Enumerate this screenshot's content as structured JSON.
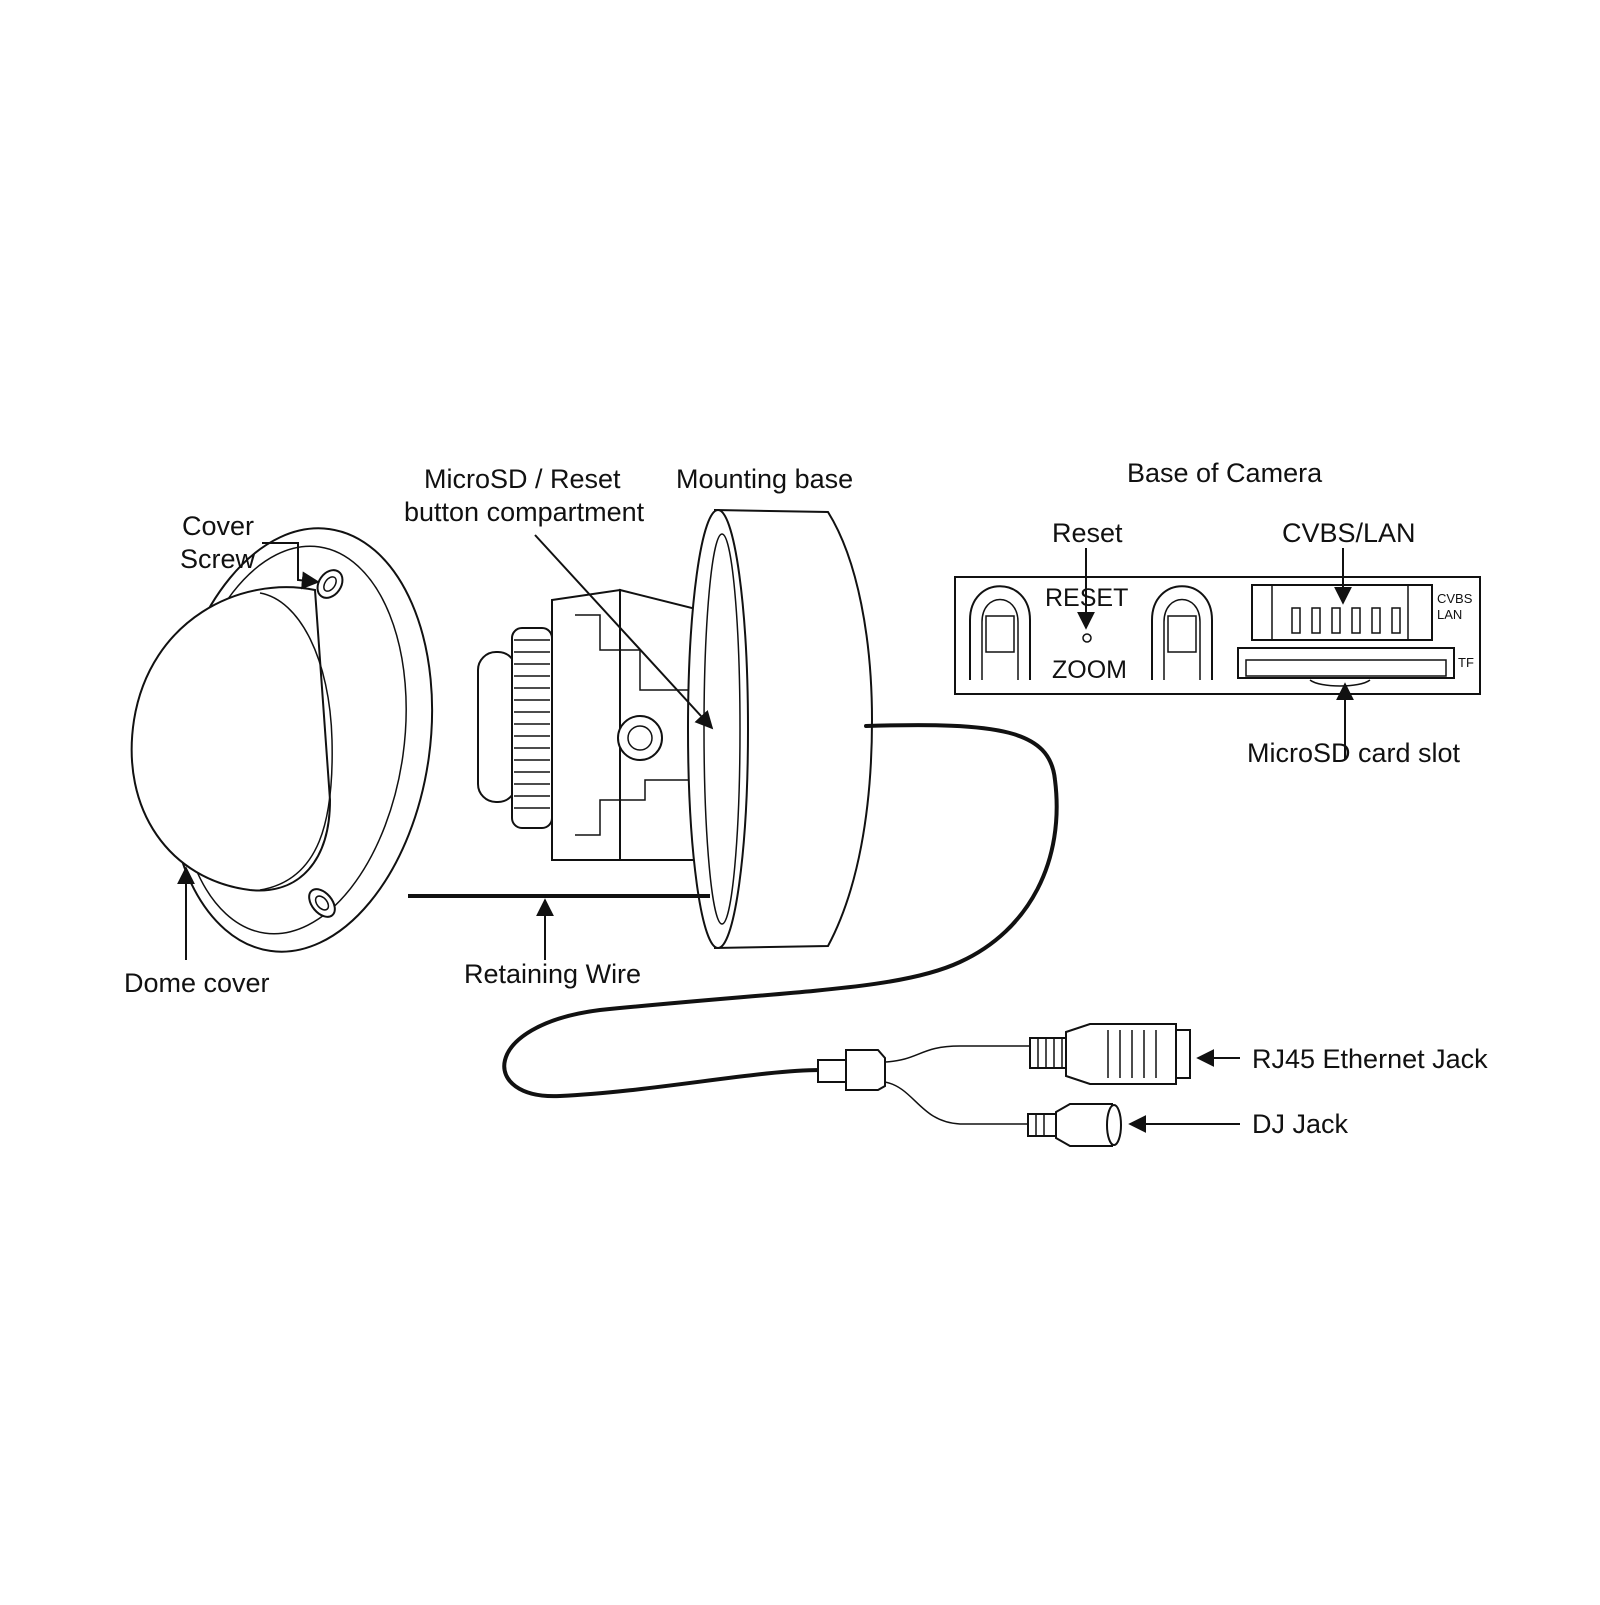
{
  "labels": {
    "cover_screw_line1": "Cover",
    "cover_screw_line2": "Screw",
    "microsd_compartment_line1": "MicroSD / Reset",
    "microsd_compartment_line2": "button compartment",
    "mounting_base": "Mounting base",
    "dome_cover": "Dome cover",
    "retaining_wire": "Retaining Wire",
    "rj45_jack": "RJ45 Ethernet Jack",
    "dj_jack": "DJ Jack"
  },
  "base_panel": {
    "title": "Base of Camera",
    "reset_label": "Reset",
    "cvbs_lan_label": "CVBS/LAN",
    "microsd_slot_label": "MicroSD card slot",
    "plate": {
      "reset": "RESET",
      "zoom": "ZOOM",
      "cvbs": "CVBS",
      "lan": "LAN",
      "tf": "TF"
    }
  },
  "icons": {
    "arrow": "arrow-icon",
    "dome": "dome-camera-illustration"
  }
}
